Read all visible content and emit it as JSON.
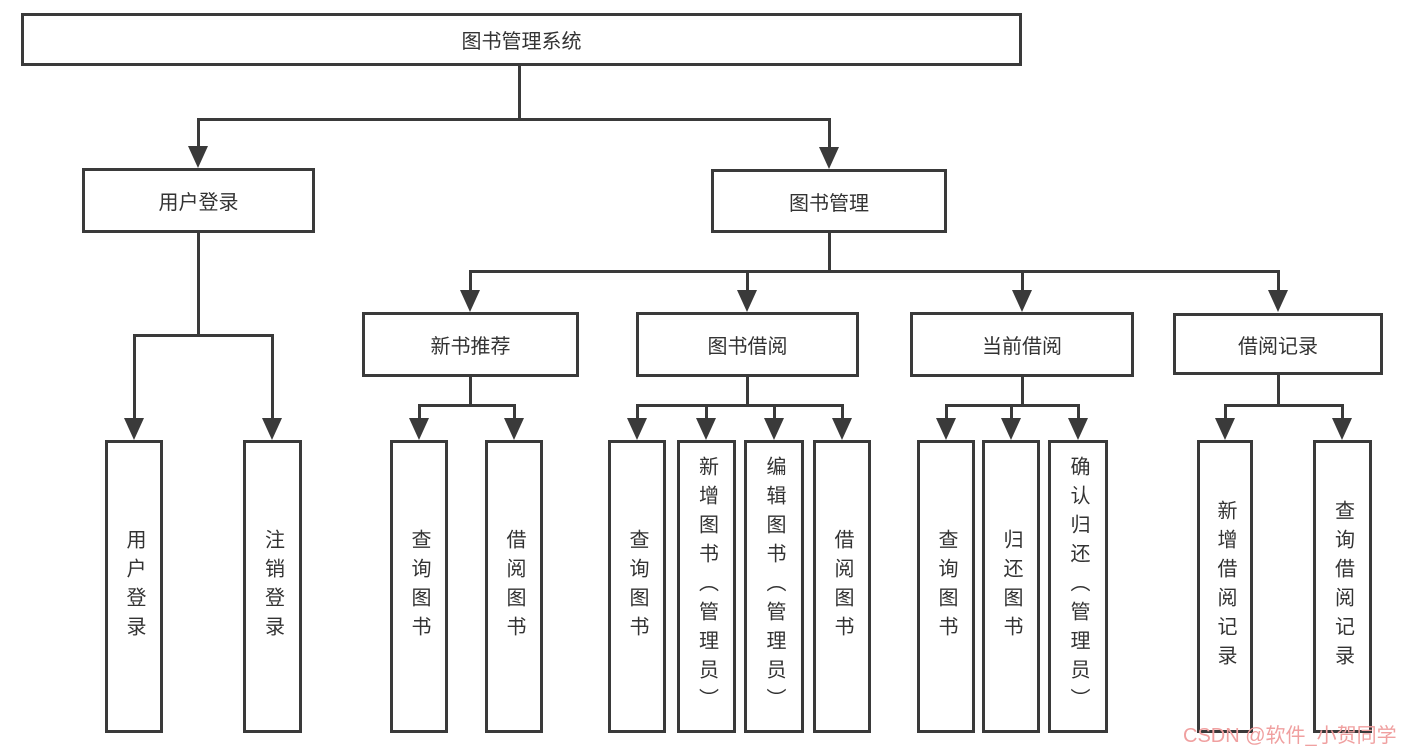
{
  "diagram_type": "hierarchy-tree",
  "tree": {
    "label": "图书管理系统",
    "children": [
      {
        "label": "用户登录",
        "children": [
          {
            "label": "用户登录"
          },
          {
            "label": "注销登录"
          }
        ]
      },
      {
        "label": "图书管理",
        "children": [
          {
            "label": "新书推荐",
            "children": [
              {
                "label": "查询图书"
              },
              {
                "label": "借阅图书"
              }
            ]
          },
          {
            "label": "图书借阅",
            "children": [
              {
                "label": "查询图书"
              },
              {
                "label": "新增图书（管理员）"
              },
              {
                "label": "编辑图书（管理员）"
              },
              {
                "label": "借阅图书"
              }
            ]
          },
          {
            "label": "当前借阅",
            "children": [
              {
                "label": "查询图书"
              },
              {
                "label": "归还图书"
              },
              {
                "label": "确认归还（管理员）"
              }
            ]
          },
          {
            "label": "借阅记录",
            "children": [
              {
                "label": "新增借阅记录"
              },
              {
                "label": "查询借阅记录"
              }
            ]
          }
        ]
      }
    ]
  },
  "watermark": {
    "text": "CSDN @软件_小贺同学",
    "color": "#f0a0a0"
  },
  "colors": {
    "line": "#3a3a3a",
    "text": "#333333",
    "background": "#ffffff"
  }
}
